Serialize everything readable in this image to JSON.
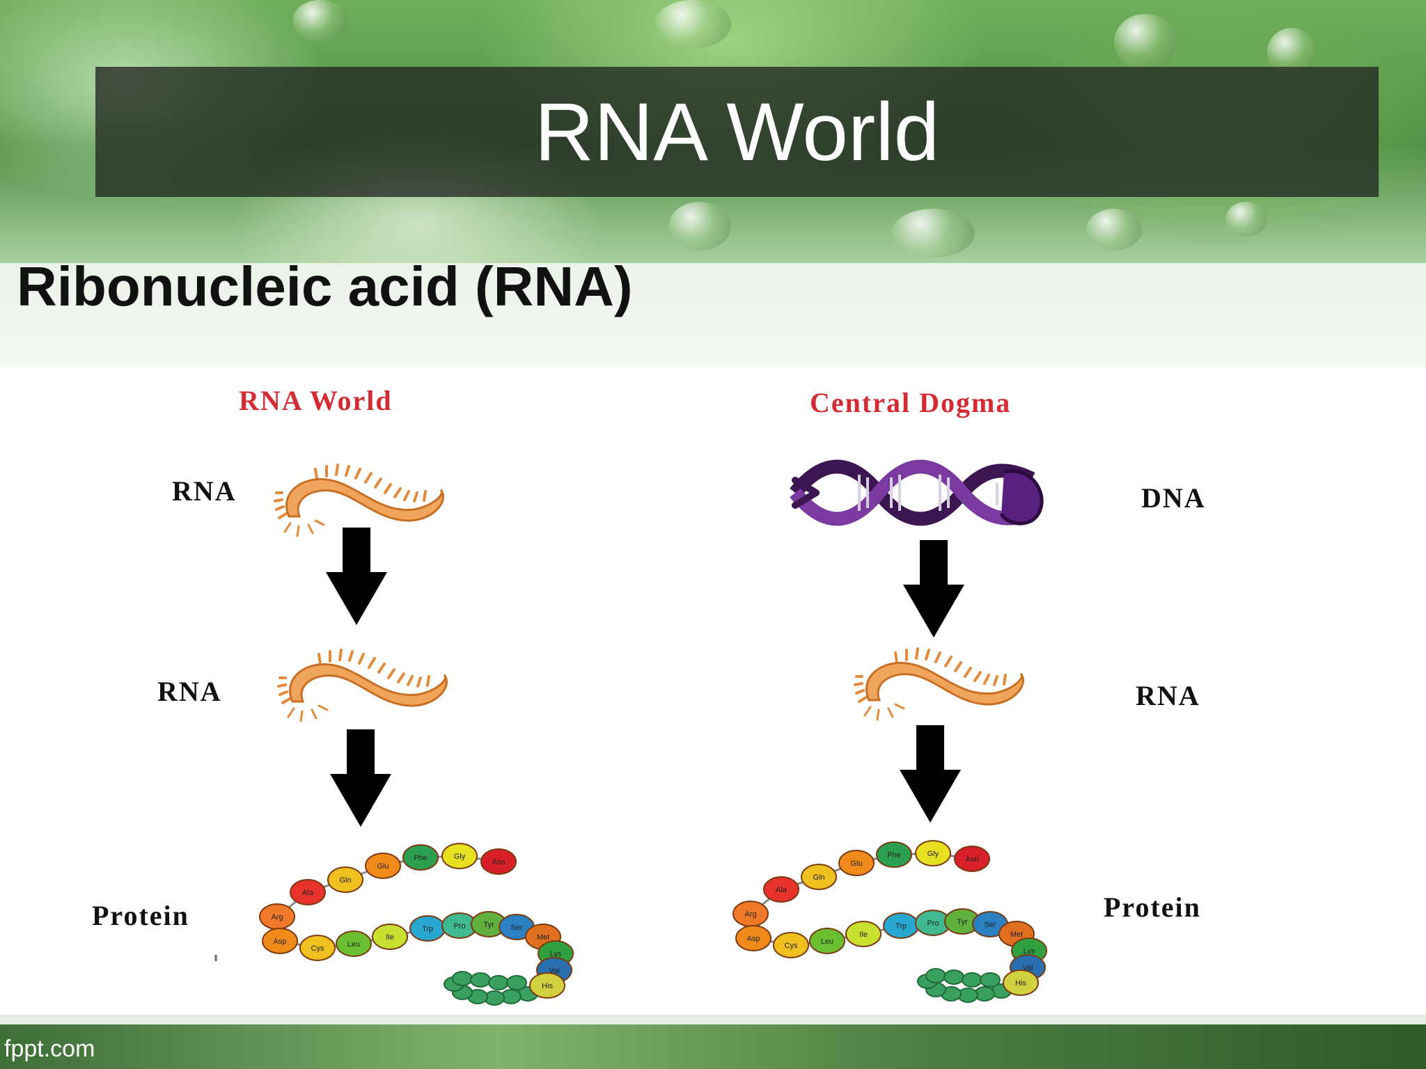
{
  "slide": {
    "title": "RNA World",
    "subtitle": "Ribonucleic acid (RNA)",
    "footer": "fppt.com"
  },
  "diagram": {
    "left": {
      "heading": "RNA World",
      "labels": [
        "RNA",
        "RNA",
        "Protein"
      ]
    },
    "right": {
      "heading": "Central Dogma",
      "labels": [
        "DNA",
        "RNA",
        "Protein"
      ]
    },
    "amino_acids": [
      "Arg",
      "Ala",
      "Gln",
      "Glu",
      "Phe",
      "Gly",
      "Asn",
      "Asp",
      "Cys",
      "Leu",
      "Ile",
      "Trp",
      "Pro",
      "Tyr",
      "Ser",
      "Met",
      "Lys",
      "Val",
      "His"
    ],
    "colors": {
      "heading": "#d42c35",
      "rna": "#e48a3c",
      "dna": "#6a2a8a",
      "arrow": "#000000"
    }
  }
}
